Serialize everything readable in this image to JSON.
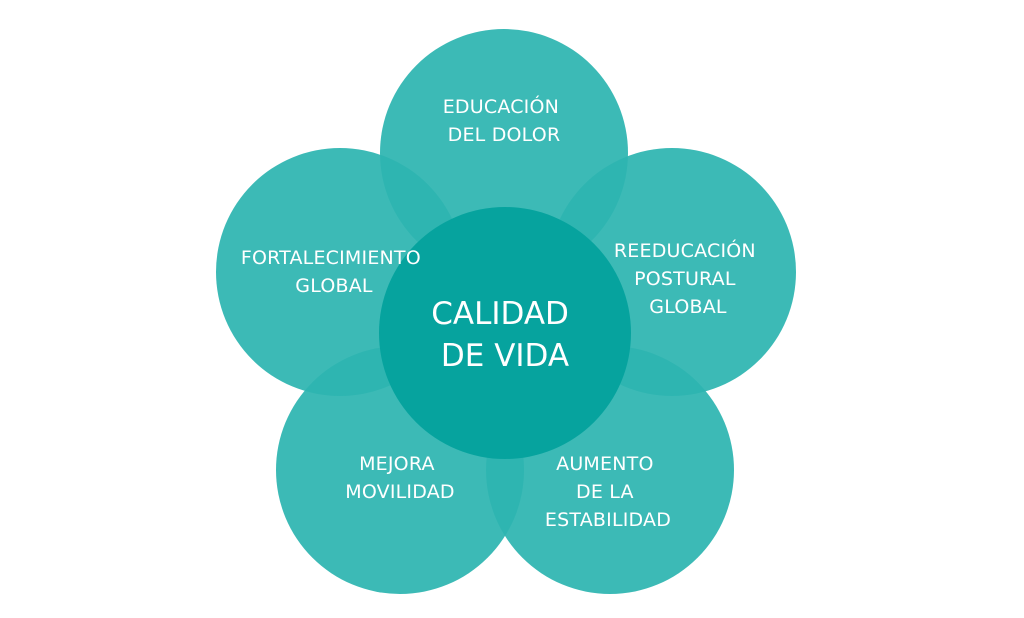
{
  "center": {
    "lines": [
      "CALIDAD",
      "DE VIDA"
    ]
  },
  "petals": [
    {
      "id": "educacion",
      "lines": [
        "EDUCACIÓN",
        "DEL DOLOR"
      ]
    },
    {
      "id": "reeducacion",
      "lines": [
        "REEDUCACIÓN",
        "POSTURAL",
        "GLOBAL"
      ]
    },
    {
      "id": "aumento",
      "lines": [
        "AUMENTO",
        "DE LA",
        "ESTABILIDAD"
      ]
    },
    {
      "id": "mejora",
      "lines": [
        "MEJORA",
        "MOVILIDAD"
      ]
    },
    {
      "id": "fortalecimiento",
      "lines": [
        "FORTALECIMIENTO",
        "GLOBAL"
      ]
    }
  ],
  "colors": {
    "petal": "#2db5b0",
    "center": "#06a39e",
    "text": "#ffffff"
  }
}
